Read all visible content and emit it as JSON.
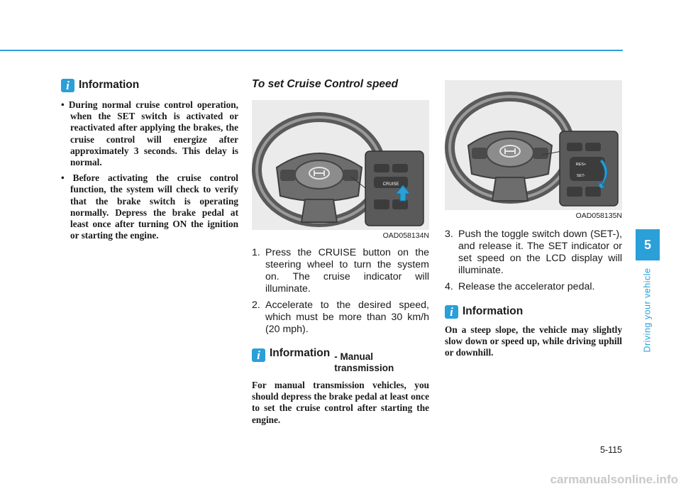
{
  "page": {
    "number": "5-115"
  },
  "chapter": {
    "number": "5",
    "title": "Driving your vehicle"
  },
  "left_info": {
    "title": "Information",
    "bullets": [
      "During normal cruise control operation, when the SET switch is activated or reactivated after applying the brakes, the cruise control will energize after approximately 3 seconds. This delay is normal.",
      "Before activating the cruise control function, the system will check to verify that the brake switch is operating normally. Depress the brake pedal at least once after turning ON the ignition or starting the engine."
    ]
  },
  "middle": {
    "section_title": "To set Cruise Control speed",
    "figure": {
      "caption": "OAD058134N",
      "button_label": "CRUISE"
    },
    "steps": [
      {
        "num": "1.",
        "text": "Press the CRUISE button on the steering wheel to turn the system on. The cruise indicator will illuminate."
      },
      {
        "num": "2.",
        "text": "Accelerate to the desired speed, which must be more than 30 km/h (20 mph)."
      }
    ],
    "info": {
      "title": "Information",
      "subtitle": "- Manual transmission",
      "text": "For manual transmission vehicles, you should depress the brake pedal at least once to set the cruise control after starting the engine."
    }
  },
  "right": {
    "figure": {
      "caption": "OAD058135N",
      "res_label": "RES+",
      "set_label": "SET-"
    },
    "steps": [
      {
        "num": "3.",
        "text": "Push the toggle switch down (SET-), and release it. The SET indicator or set speed on the LCD display will illuminate."
      },
      {
        "num": "4.",
        "text": "Release the accelerator pedal."
      }
    ],
    "info": {
      "title": "Information",
      "text": "On a steep slope, the vehicle may slightly slow down or speed up, while driving uphill or downhill."
    }
  },
  "watermark": "carmanualsonline.info",
  "colors": {
    "accent": "#2a9fd8"
  },
  "icons": {
    "info": "info-icon"
  }
}
